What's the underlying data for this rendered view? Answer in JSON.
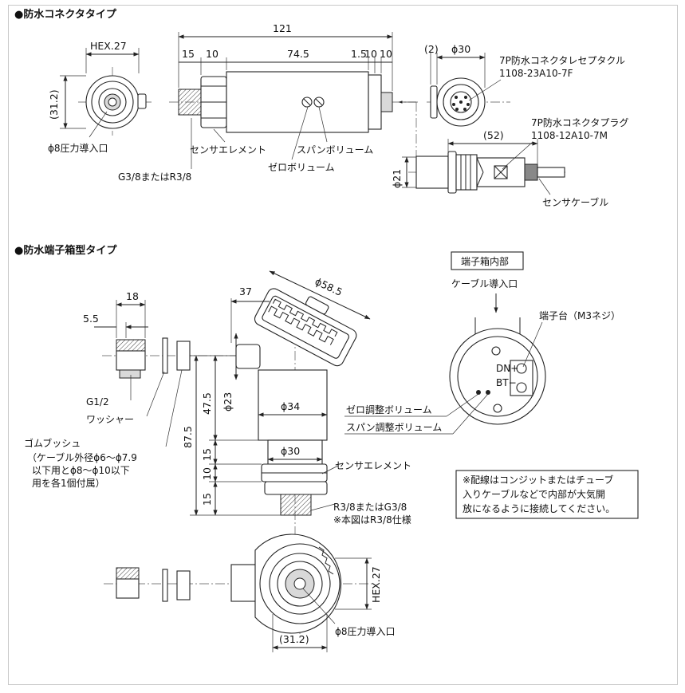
{
  "sections": {
    "connector": {
      "title": "●防水コネクタタイプ",
      "dims": {
        "overall": "121",
        "d15": "15",
        "d10a": "10",
        "d745": "74.5",
        "d15b": "1.5",
        "d10b": "10",
        "d10c": "10",
        "hex": "HEX.27",
        "h312": "(31.2)",
        "paren2": "(2)",
        "phi30": "ϕ30",
        "paren52": "(52)",
        "phi21": "ϕ21"
      },
      "labels": {
        "inlet": "ϕ8圧力導入口",
        "sensor": "センサエレメント",
        "span": "スパンボリューム",
        "zero": "ゼロボリューム",
        "thread": "G3/8またはR3/8",
        "receptacle_name": "7P防水コネクタレセプタクル",
        "receptacle_part": "1108-23A10-7F",
        "plug_name": "7P防水コネクタプラグ",
        "plug_part": "1108-12A10-7M",
        "cable": "センサケーブル"
      }
    },
    "terminal": {
      "title": "●防水端子箱型タイプ",
      "dims": {
        "d18": "18",
        "d55": "5.5",
        "d37": "37",
        "phi585": "ϕ58.5",
        "d875": "87.5",
        "d475": "47.5",
        "phi23": "ϕ23",
        "phi34": "ϕ34",
        "d15": "15",
        "phi30": "ϕ30",
        "d10": "10",
        "d15b": "15",
        "hex": "HEX.27",
        "paren312": "(31.2)"
      },
      "labels": {
        "g12": "G1/2",
        "washer": "ワッシャー",
        "bush": "ゴムブッシュ",
        "bush_note_1": "（ケーブル外径ϕ6～ϕ7.9",
        "bush_note_2": "以下用とϕ8～ϕ10以下",
        "bush_note_3": "用を各1個付属）",
        "zero_adj": "ゼロ調整ボリューム",
        "span_adj": "スパン調整ボリューム",
        "sensor": "センサエレメント",
        "thread": "R3/8またはG3/8",
        "thread_note": "※本図はR3/8仕様",
        "inlet": "ϕ8圧力導入口",
        "box_title": "端子箱内部",
        "cable_inlet": "ケーブル導入口",
        "terminal_block": "端子台（M3ネジ）",
        "dn": "DN+",
        "bt": "BT−",
        "note_1": "※配線はコンジットまたはチューブ",
        "note_2": "入りケーブルなどで内部が大気開",
        "note_3": "放になるように接続してください。"
      }
    }
  }
}
